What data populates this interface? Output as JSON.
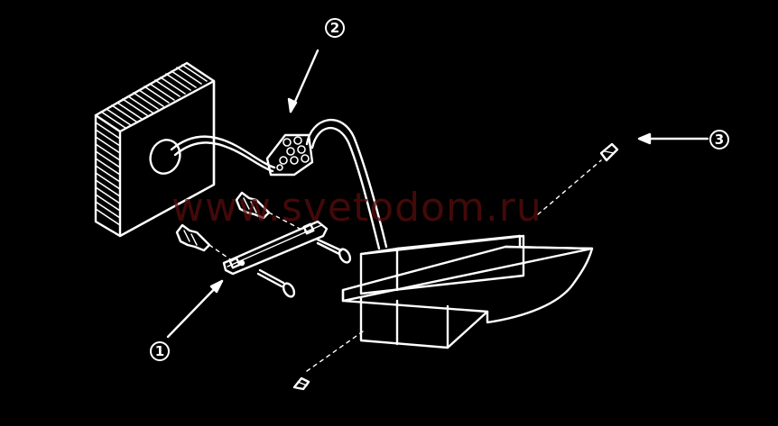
{
  "callouts": {
    "one": "1",
    "two": "2",
    "three": "3"
  },
  "watermark": "www.svetodom.ru",
  "colors": {
    "background": "#000000",
    "line": "#ffffff",
    "watermark": "#5a0d0d"
  }
}
